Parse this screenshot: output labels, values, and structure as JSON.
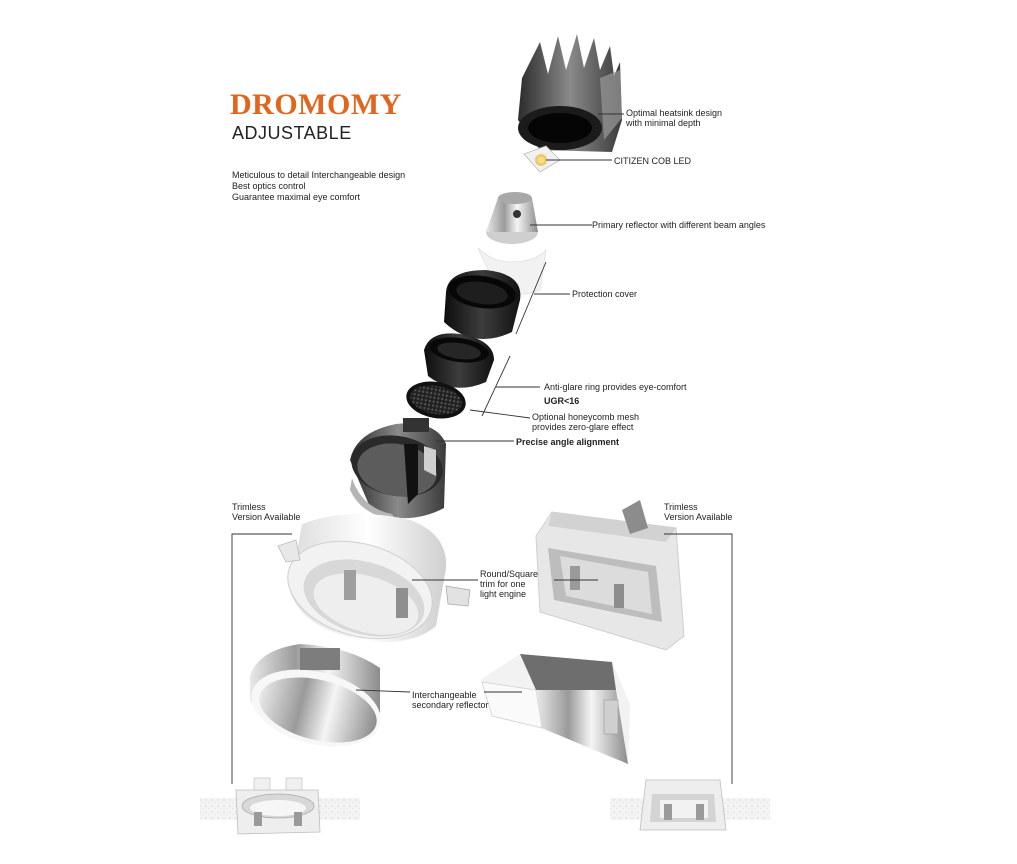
{
  "brand": "DROMOMY",
  "subtitle": "ADJUSTABLE",
  "features": [
    "Meticulous to detail Interchangeable design",
    "Best optics control",
    "Guarantee maximal eye comfort"
  ],
  "labels": {
    "heatsink_1": "Optimal heatsink design",
    "heatsink_2": "with minimal depth",
    "cob": "CITIZEN COB LED",
    "primary_reflector": "Primary reflector with different beam angles",
    "protection_cover": "Protection cover",
    "anti_glare": "Anti-glare ring provides eye-comfort",
    "ugr": "UGR<16",
    "honeycomb_1": "Optional honeycomb mesh",
    "honeycomb_2": "provides zero-glare effect",
    "angle_alignment": "Precise angle alignment",
    "trimless_left_1": "Trimless",
    "trimless_left_2": "Version Available",
    "trimless_right_1": "Trimless",
    "trimless_right_2": "Version Available",
    "trim_1": "Round/Square",
    "trim_2": "trim for one",
    "trim_3": "light engine",
    "secondary_1": "Interchangeable",
    "secondary_2": "secondary reflector"
  },
  "colors": {
    "brand": "#e2651e",
    "text": "#222222",
    "leader": "#333333"
  }
}
